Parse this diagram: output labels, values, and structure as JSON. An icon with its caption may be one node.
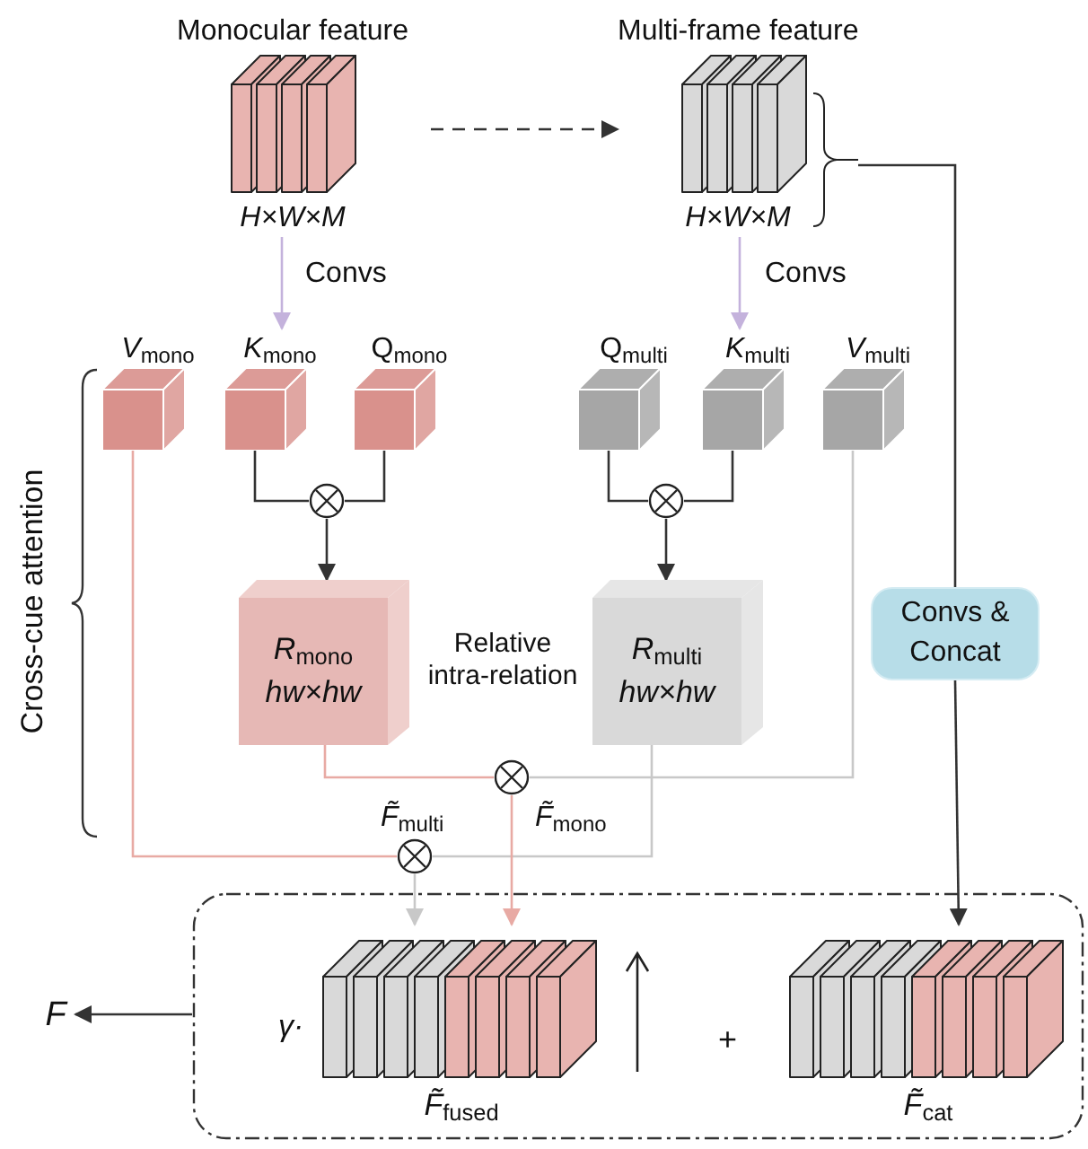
{
  "diagram": {
    "nodes": [
      {
        "text": [
          "Monocular feature",
          "H×W×M"
        ]
      },
      {
        "text": [
          "Multi-frame feature",
          "H×W×M"
        ]
      },
      {
        "text": [
          "*V*$_{mono}$"
        ]
      },
      {
        "text": [
          "*K*$_{mono}$"
        ]
      },
      {
        "text": [
          "Q$_{mono}$"
        ]
      },
      {
        "text": [
          "Q$_{multi}$"
        ]
      },
      {
        "text": [
          "*K*$_{multi}$"
        ]
      },
      {
        "text": [
          "*V*$_{multi}$"
        ]
      },
      {
        "text": [],
        "shape": "circle"
      },
      {
        "text": [],
        "shape": "circle"
      },
      {
        "text": [
          "*R*$_{mono}$",
          "hw×hw"
        ]
      },
      {
        "text": [
          "*R*$_{multi}$",
          "hw×hw"
        ]
      },
      {
        "text": [],
        "shape": "circle"
      },
      {
        "text": [],
        "shape": "circle"
      },
      {
        "text": [
          "Convs & Concat"
        ]
      },
      {
        "text": [],
        "shape": "box"
      },
      {
        "text": [
          "*F̃*$_{fused}$"
        ],
        "in": 15,
        "beside": [
          "γ·"
        ]
      },
      {
        "text": [
          "*F̃*$_{cat}$"
        ],
        "in": 15
      },
      {
        "text": [
          "F"
        ]
      }
    ],
    "edges": [
      {
        "from": 0,
        "to": 1,
        "arrow": "to",
        "style": "dashed"
      },
      {
        "from": 0,
        "to": 3,
        "arrow": "to",
        "color": "#c4b2dc"
      },
      {
        "from": 1,
        "to": 6,
        "arrow": "to",
        "color": "#c4b2dc"
      },
      {
        "from": 3,
        "to": 8,
        "arrow": "none"
      },
      {
        "from": 4,
        "to": 8,
        "arrow": "none"
      },
      {
        "from": 8,
        "to": 10,
        "arrow": "to"
      },
      {
        "from": 5,
        "to": 9,
        "arrow": "none"
      },
      {
        "from": 6,
        "to": 9,
        "arrow": "none"
      },
      {
        "from": 9,
        "to": 11,
        "arrow": "to"
      },
      {
        "from": 10,
        "to": 12,
        "arrow": "none",
        "color": "#e8aaa4"
      },
      {
        "from": 7,
        "to": 12,
        "arrow": "none",
        "color": "#c8c8c8"
      },
      {
        "from": 2,
        "to": 13,
        "arrow": "none",
        "color": "#e8aaa4"
      },
      {
        "from": 11,
        "to": 13,
        "arrow": "none",
        "color": "#c8c8c8"
      },
      {
        "from": 12,
        "to": 16,
        "arrow": "to",
        "color": "#e8aaa4"
      },
      {
        "from": 13,
        "to": 16,
        "arrow": "to",
        "color": "#c8c8c8"
      },
      {
        "from": 1,
        "to": 14,
        "arrow": "none"
      },
      {
        "from": 14,
        "to": 17,
        "arrow": "to"
      },
      {
        "from": 15,
        "to": 18,
        "arrow": "to"
      }
    ],
    "labels": [
      "Convs",
      "Convs",
      "Cross-cue attention",
      "Relative intra-relation",
      "*F̃*$_{multi}$",
      "*F̃*$_{mono}$",
      "+"
    ]
  }
}
